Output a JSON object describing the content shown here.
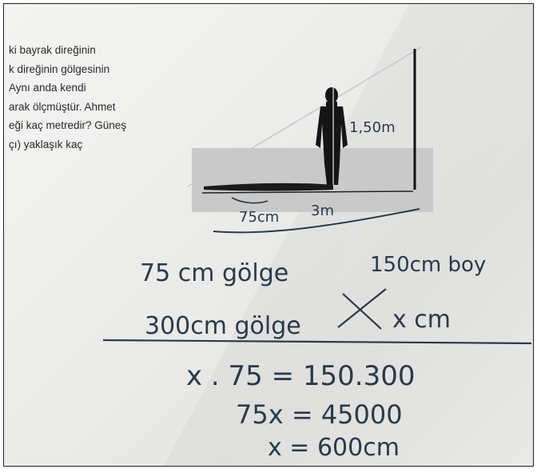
{
  "printed_text": [
    "ki bayrak direğinin",
    "k direğinin gölgesinin",
    "Aynı anda kendi",
    "arak ölçmüştür. Ahmet",
    "eği kaç metredir? Güneş",
    "çı) yaklaşık kaç"
  ],
  "figure": {
    "height_label": "1,50m",
    "shadow_person_label": "75cm",
    "shadow_pole_label": "3m"
  },
  "handwritten": {
    "ratio_top_left": "75 cm gölge",
    "ratio_top_right": "150cm boy",
    "ratio_bottom_left": "300cm gölge",
    "ratio_bottom_right": "x cm",
    "equation_1": "x . 75 = 150.300",
    "equation_2": "75x = 45000",
    "equation_3": "x = 600cm"
  }
}
